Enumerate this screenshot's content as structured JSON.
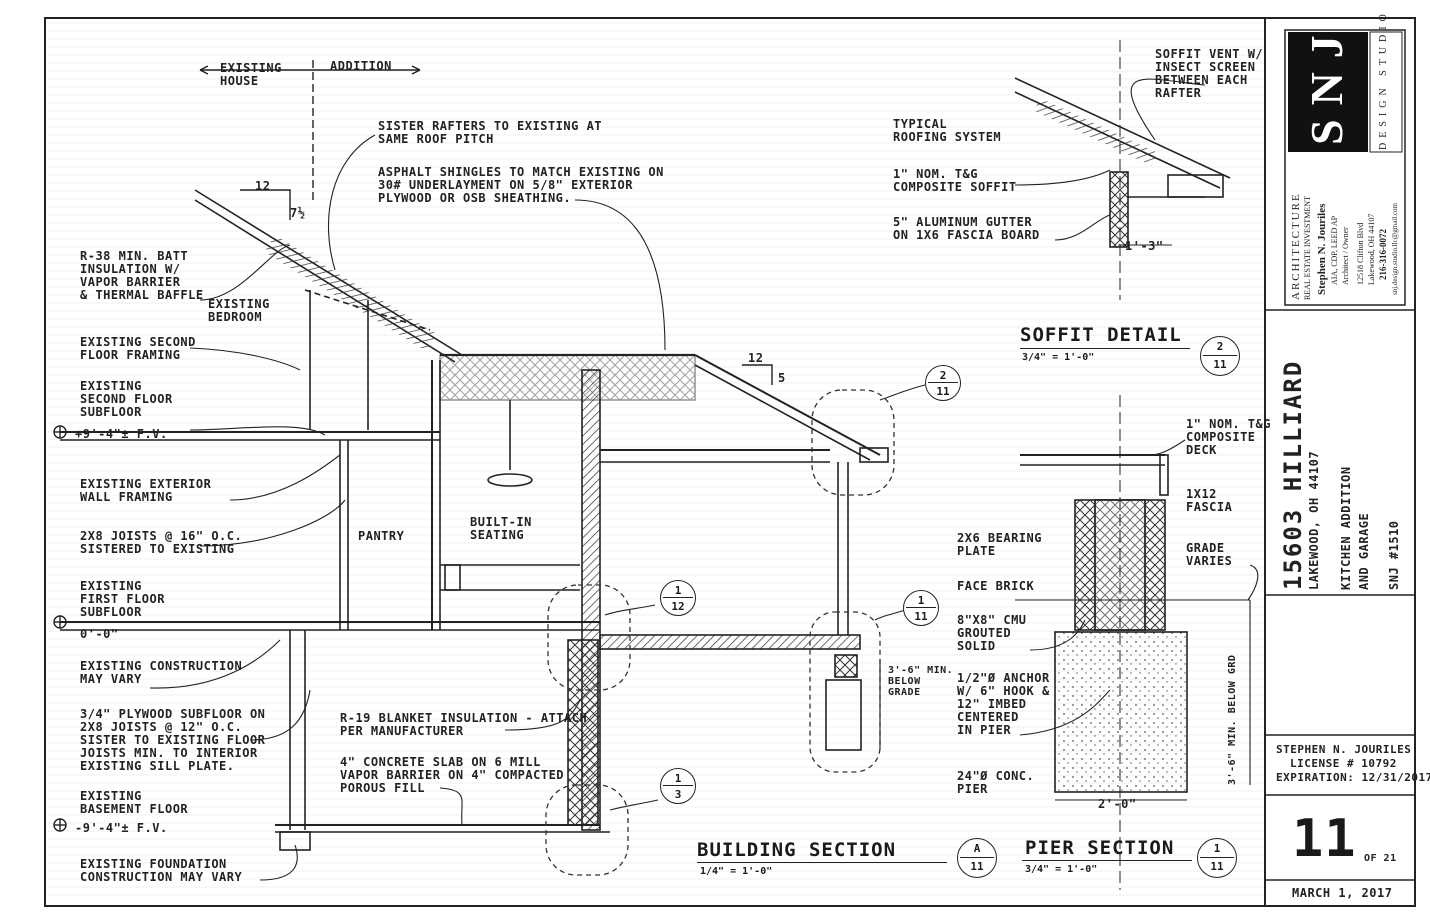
{
  "title_block": {
    "logo": "SNJ",
    "logo_sub": "DESIGN STUDIO",
    "firm_line1": "ARCHITECTURE",
    "firm_line2": "REAL ESTATE INVESTMENT",
    "name": "Stephen N. Jouriles",
    "credentials": "AIA, CDP, LEED AP",
    "role": "Architect / Owner",
    "address1": "12518 Clifton Blvd",
    "address2": "Lakewood, OH 44107",
    "phone": "216-316-0072",
    "email": "snj.design.studio.llc@gmail.com",
    "project_address": "15603 HILLIARD",
    "project_city": "LAKEWOOD, OH 44107",
    "project_desc1": "KITCHEN ADDITION",
    "project_desc2": "AND GARAGE",
    "project_no": "SNJ #1510",
    "license_name": "STEPHEN N. JOURILES",
    "license_no": "LICENSE # 10792",
    "license_exp": "EXPIRATION: 12/31/2017",
    "sheet_no": "11",
    "sheet_of": "OF 21",
    "date": "MARCH 1, 2017"
  },
  "top_labels": {
    "existing_house": "EXISTING\nHOUSE",
    "addition": "ADDITION",
    "pitch_run": "12",
    "pitch_rise": "7½",
    "pitch2_run": "12",
    "pitch2_rise": "5"
  },
  "notes_left": {
    "sister_rafters": "SISTER RAFTERS TO EXISTING AT\nSAME ROOF PITCH",
    "asphalt": "ASPHALT SHINGLES TO MATCH EXISTING ON\n30# UNDERLAYMENT ON 5/8\" EXTERIOR\nPLYWOOD OR OSB SHEATHING.",
    "r38": "R-38 MIN. BATT\nINSULATION W/\nVAPOR BARRIER\n& THERMAL BAFFLE",
    "existing_bedroom": "EXISTING\nBEDROOM",
    "second_floor_framing": "EXISTING SECOND\nFLOOR FRAMING",
    "second_floor_subfloor": "EXISTING\nSECOND FLOOR\nSUBFLOOR",
    "elev_second": "+9'-4\"± F.V.",
    "ext_wall": "EXISTING EXTERIOR\nWALL FRAMING",
    "joists": "2x8 JOISTS @ 16\" O.C.\nSISTERED TO EXISTING",
    "pantry": "PANTRY",
    "built_in": "BUILT-IN\nSEATING",
    "first_floor": "EXISTING\nFIRST FLOOR\nSUBFLOOR",
    "elev_first": "0'-0\"",
    "construction_vary": "EXISTING CONSTRUCTION\nMAY VARY",
    "plywood": "3/4\" PLYWOOD SUBFLOOR ON\n2x8 JOISTS @ 12\" O.C.\nSISTER TO EXISTING FLOOR\nJOISTS MIN. TO INTERIOR\nEXISTING SILL PLATE.",
    "basement": "EXISTING\nBASEMENT FLOOR",
    "elev_basement": "-9'-4\"± F.V.",
    "foundation": "EXISTING FOUNDATION\nCONSTRUCTION MAY VARY",
    "r19": "R-19 BLANKET INSULATION - ATTACH\nPER MANUFACTURER",
    "slab": "4\" CONCRETE SLAB ON 6 MILL\nVAPOR BARRIER ON 4\" COMPACTED\nPOROUS FILL",
    "below_grade": "3'-6\" MIN.\nBELOW\nGRADE"
  },
  "soffit_notes": {
    "vent": "SOFFIT VENT W/\nINSECT SCREEN\nBETWEEN EACH\nRAFTER",
    "roofing": "TYPICAL\nROOFING SYSTEM",
    "composite": "1\" NOM. T&G\nCOMPOSITE SOFFIT",
    "gutter": "5\" ALUMINUM GUTTER\nON 1x6 FASCIA BOARD",
    "dim": "1'-3\""
  },
  "pier_notes": {
    "deck": "1\" NOM. T&G\nCOMPOSITE\nDECK",
    "fascia": "1x12\nFASCIA",
    "grade": "GRADE\nVARIES",
    "plate": "2x6 BEARING\nPLATE",
    "brick": "FACE BRICK",
    "cmu": "8\"x8\" CMU\nGROUTED\nSOLID",
    "anchor": "1/2\"Ø ANCHOR\nW/ 6\" HOOK &\n12\" IMBED\nCENTERED\nIN PIER",
    "pier": "24\"Ø CONC.\nPIER",
    "dim": "2'-0\"",
    "depth": "3'-6\" MIN. BELOW GRD"
  },
  "titles": {
    "building_section": "BUILDING SECTION",
    "building_scale": "1/4\" = 1'-0\"",
    "building_ref": "A",
    "building_sheet": "11",
    "soffit_detail": "SOFFIT DETAIL",
    "soffit_scale": "3/4\" = 1'-0\"",
    "soffit_ref": "2",
    "soffit_sheet": "11",
    "pier_section": "PIER SECTION",
    "pier_scale": "3/4\" = 1'-0\"",
    "pier_ref": "1",
    "pier_sheet": "11"
  },
  "callouts": [
    {
      "num": "2",
      "sheet": "11"
    },
    {
      "num": "1",
      "sheet": "12"
    },
    {
      "num": "1",
      "sheet": "11"
    },
    {
      "num": "1",
      "sheet": "3"
    }
  ],
  "colors": {
    "ink": "#222222",
    "paper": "#ffffff",
    "hatch": "#555555"
  }
}
